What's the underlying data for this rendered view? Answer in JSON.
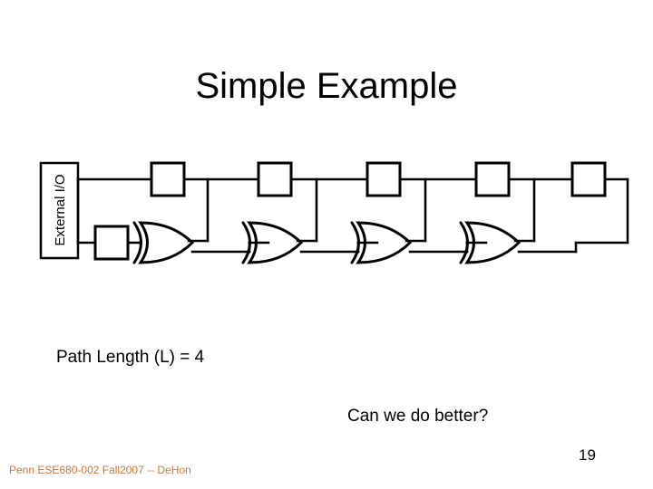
{
  "slide": {
    "title": "Simple Example",
    "page_number": "19",
    "footer": "Penn ESE680-002 Fall2007 -- DeHon",
    "background_color": "#FFFFFF",
    "ink_color": "#000000",
    "footer_color": "#C8773A"
  },
  "captions": {
    "path_length": "Path Length (L) = 4",
    "question": "Can we do better?"
  },
  "figure": {
    "type": "circuit-diagram",
    "io_block_label": "External I/O",
    "top_registers_count": 5,
    "bottom_registers_count": 1,
    "xor_gates_count": 4,
    "description": "Linear chain of registers on the top rail feeding XOR gates on the bottom rail, with output feedback returning to the External I/O block."
  }
}
